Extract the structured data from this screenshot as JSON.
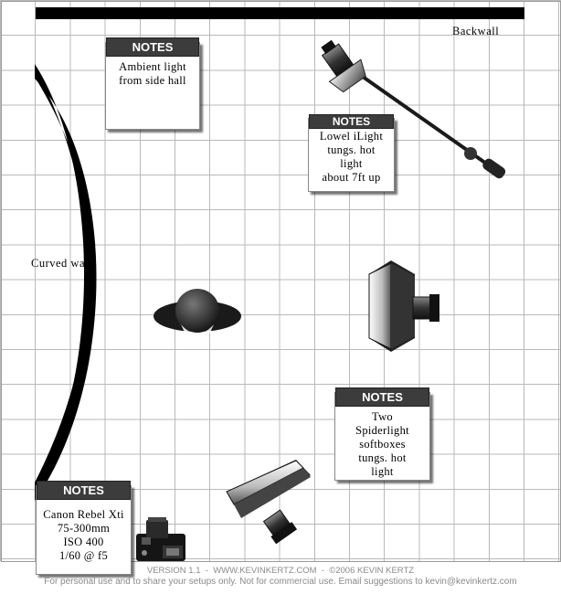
{
  "labels": {
    "backwall": "Backwall",
    "curved_wall": "Curved wall"
  },
  "notes": [
    {
      "title": "NOTES",
      "lines": [
        "Ambient light",
        "from side hall"
      ]
    },
    {
      "title": "NOTES",
      "lines": [
        "Lowel iLight",
        "tungs. hot",
        "light",
        "about 7ft up"
      ]
    },
    {
      "title": "NOTES",
      "lines": [
        "Two",
        "Spiderlight",
        "softboxes",
        "tungs. hot",
        "light"
      ]
    },
    {
      "title": "NOTES",
      "lines": [
        "Canon Rebel Xti",
        "75-300mm",
        "ISO 400",
        "1/60 @ f5"
      ]
    }
  ],
  "footer": {
    "line1": "VERSION 1.1  -  WWW.KEVINKERTZ.COM  -  ©2006 KEVIN KERTZ",
    "line2": "For personal use and to share your setups only. Not for commercial use.  Email suggestions to kevin@kevinkertz.com"
  },
  "colors": {
    "grid": "#b9b9b9",
    "note_header": "#3c3c3c",
    "wall": "#000000",
    "footer": "#8a8a8a"
  }
}
